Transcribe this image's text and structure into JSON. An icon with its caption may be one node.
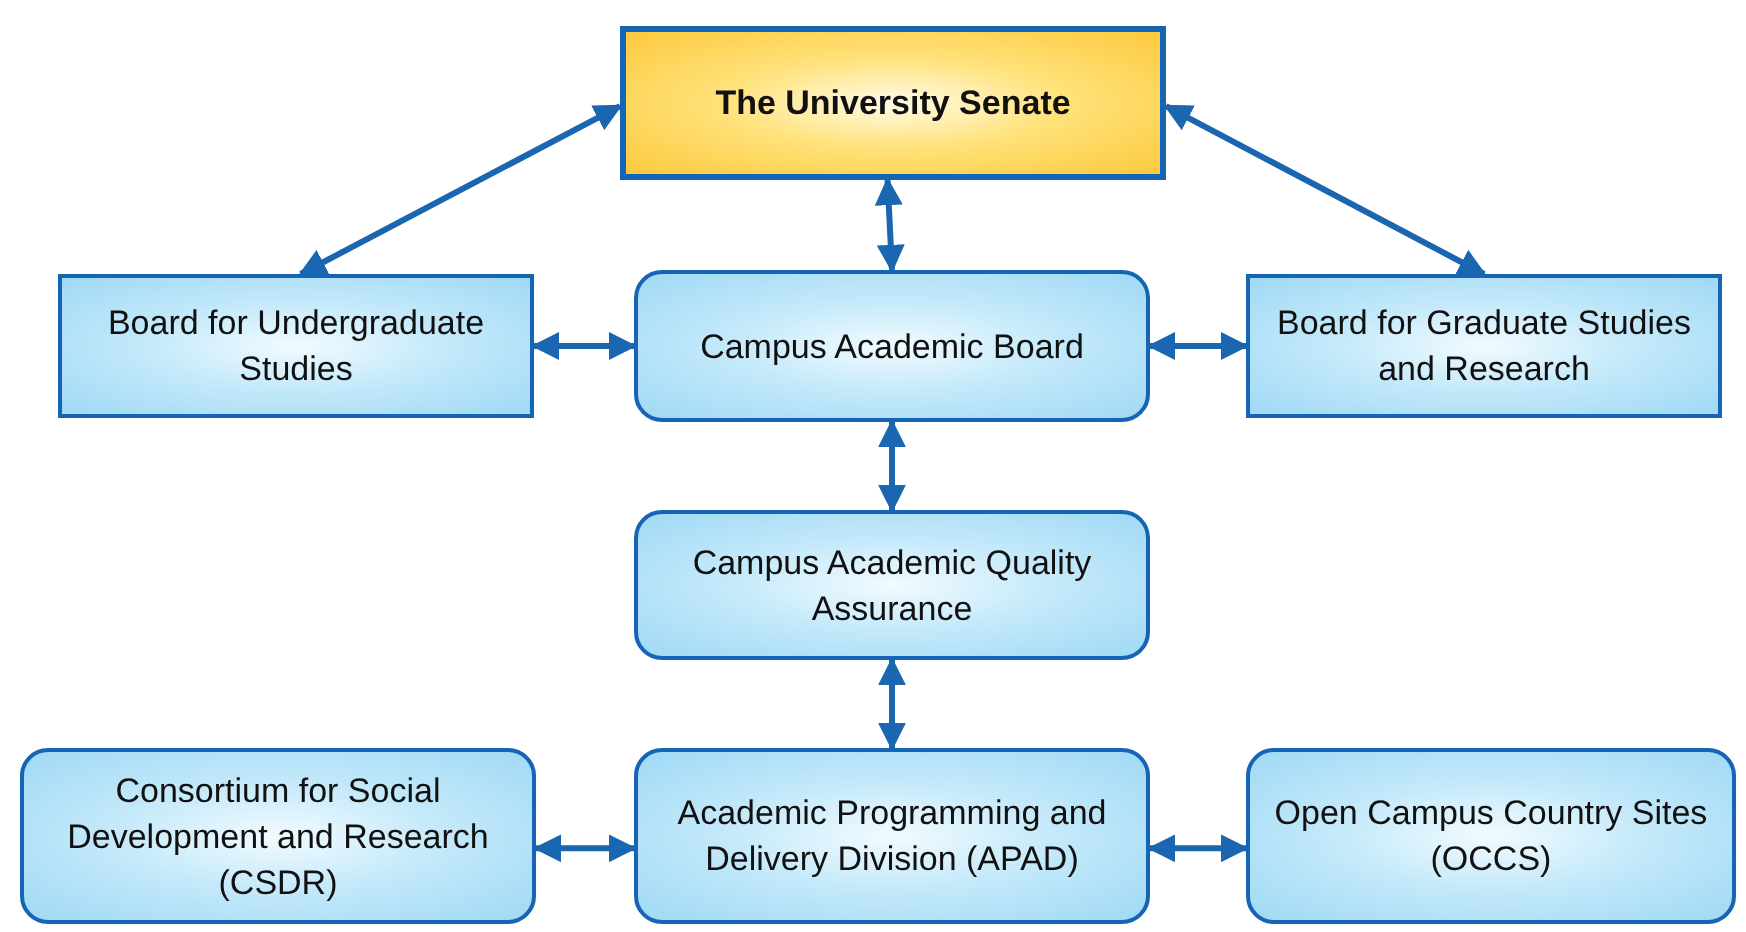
{
  "diagram": {
    "nodes": [
      {
        "text": [
          "The University Senate"
        ]
      },
      {
        "text": [
          "Board for Undergraduate Studies"
        ]
      },
      {
        "text": [
          "Campus Academic Board"
        ]
      },
      {
        "text": [
          "Board for Graduate Studies and Research"
        ]
      },
      {
        "text": [
          "Campus Academic Quality Assurance"
        ]
      },
      {
        "text": [
          "Consortium for Social Development and Research (CSDR)"
        ]
      },
      {
        "text": [
          "Academic Programming and Delivery Division (APAD)"
        ]
      },
      {
        "text": [
          "Open Campus Country Sites (OCCS)"
        ]
      }
    ],
    "edges": [
      {
        "from": 0,
        "to": 1,
        "arrow": "both"
      },
      {
        "from": 0,
        "to": 2,
        "arrow": "both"
      },
      {
        "from": 0,
        "to": 3,
        "arrow": "both"
      },
      {
        "from": 1,
        "to": 2,
        "arrow": "both"
      },
      {
        "from": 2,
        "to": 3,
        "arrow": "both"
      },
      {
        "from": 2,
        "to": 4,
        "arrow": "both"
      },
      {
        "from": 4,
        "to": 6,
        "arrow": "both"
      },
      {
        "from": 5,
        "to": 6,
        "arrow": "both"
      },
      {
        "from": 6,
        "to": 7,
        "arrow": "both"
      }
    ]
  }
}
